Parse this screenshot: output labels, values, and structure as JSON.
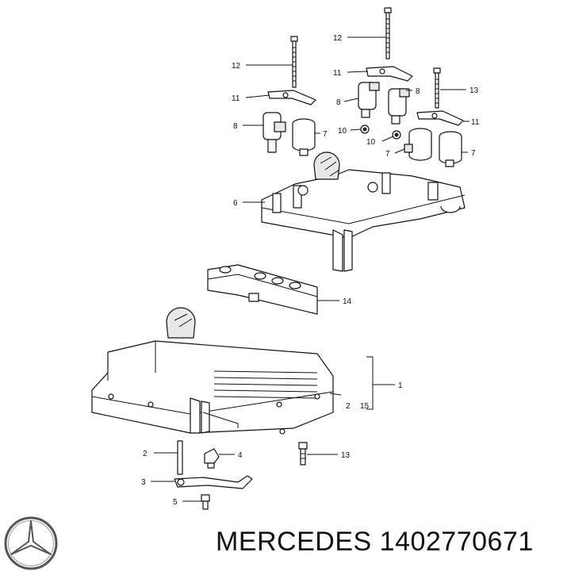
{
  "callouts": [
    {
      "id": "c12a",
      "text": "12"
    },
    {
      "id": "c12b",
      "text": "12"
    },
    {
      "id": "c11a",
      "text": "11"
    },
    {
      "id": "c11b",
      "text": "11"
    },
    {
      "id": "c11c",
      "text": "11"
    },
    {
      "id": "c8a",
      "text": "8"
    },
    {
      "id": "c8b",
      "text": "8"
    },
    {
      "id": "c8c",
      "text": "8"
    },
    {
      "id": "c13a",
      "text": "13"
    },
    {
      "id": "c7a",
      "text": "7"
    },
    {
      "id": "c7b",
      "text": "7"
    },
    {
      "id": "c7c",
      "text": "7"
    },
    {
      "id": "c10a",
      "text": "10"
    },
    {
      "id": "c10b",
      "text": "10"
    },
    {
      "id": "c6",
      "text": "6"
    },
    {
      "id": "c14",
      "text": "14"
    },
    {
      "id": "c1",
      "text": "1"
    },
    {
      "id": "c2a",
      "text": "2"
    },
    {
      "id": "c15",
      "text": "15"
    },
    {
      "id": "c2b",
      "text": "2"
    },
    {
      "id": "c4",
      "text": "4"
    },
    {
      "id": "c13b",
      "text": "13"
    },
    {
      "id": "c3",
      "text": "3"
    },
    {
      "id": "c5",
      "text": "5"
    }
  ],
  "brand": {
    "name": "MERCEDES",
    "part_number": "1402770671"
  },
  "icons": {
    "logo": "mercedes-star-icon"
  },
  "colors": {
    "line": "#111111",
    "background": "#ffffff"
  }
}
